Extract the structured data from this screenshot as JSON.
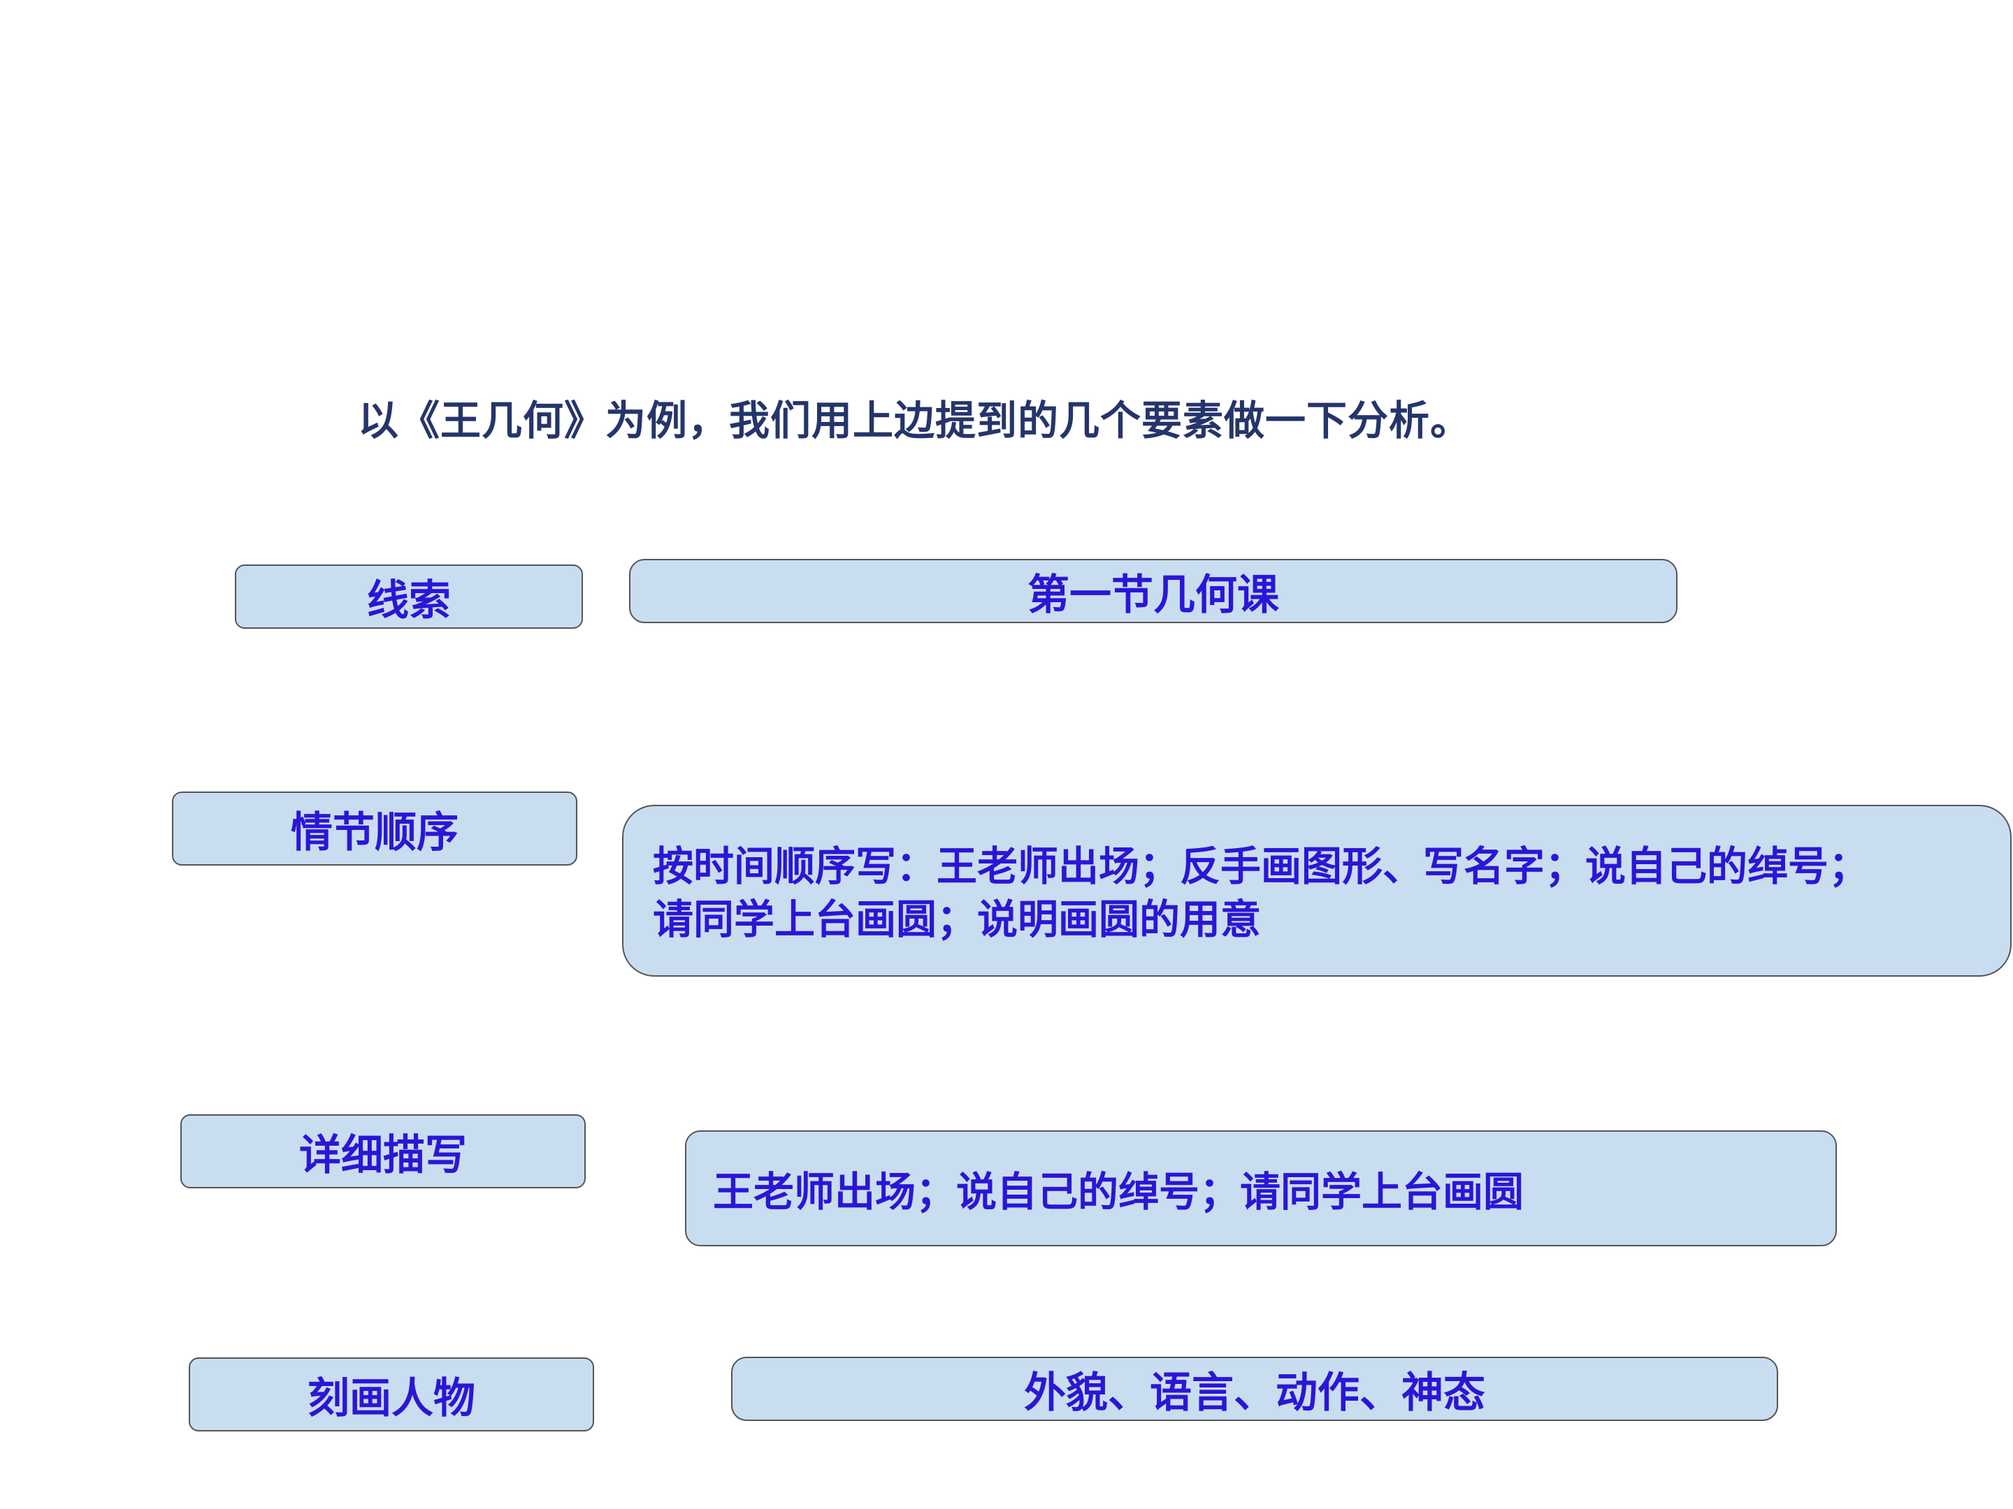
{
  "title": "以《王几何》为例，我们用上边提到的几个要素做一下分析。",
  "rows": [
    {
      "label": "线索",
      "content": "第一节几何课"
    },
    {
      "label": "情节顺序",
      "content_lines": [
        "按时间顺序写：王老师出场；反手画图形、写名字；说自己的绰号；",
        "请同学上台画圆；说明画圆的用意"
      ]
    },
    {
      "label": "详细描写",
      "content": "王老师出场；说自己的绰号；请同学上台画圆"
    },
    {
      "label": "刻画人物",
      "content": "外貌、语言、动作、神态"
    }
  ],
  "colors": {
    "box_fill": "#c9ddf1",
    "box_border": "#555555",
    "box_text": "#2b16d6",
    "title_text": "#25356b"
  }
}
